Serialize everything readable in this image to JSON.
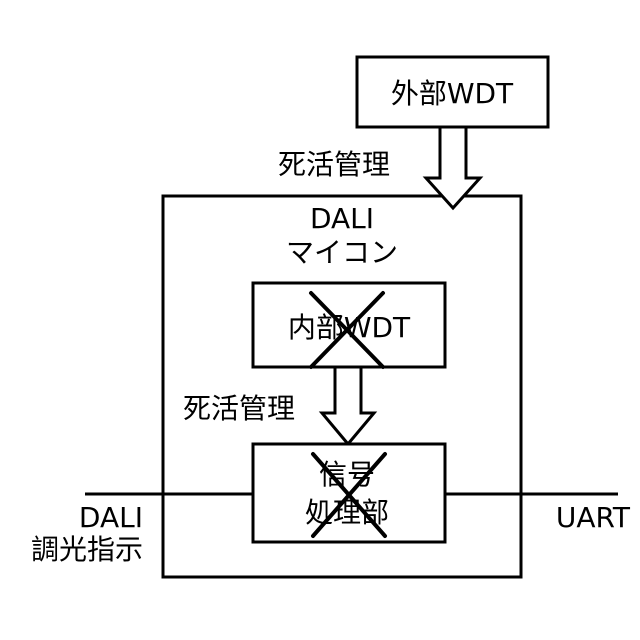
{
  "external_wdt": {
    "label": "外部WDT"
  },
  "outer_watch": {
    "label": "死活管理"
  },
  "mcu": {
    "line1": "DALI",
    "line2": "マイコン"
  },
  "internal_wdt": {
    "label": "内部WDT",
    "disabled": true
  },
  "inner_watch": {
    "label": "死活管理"
  },
  "signal_unit": {
    "line1": "信号",
    "line2": "処理部",
    "disabled": true
  },
  "dali_input": {
    "line1": "DALI",
    "line2": "調光指示"
  },
  "uart_output": {
    "label": "UART"
  }
}
